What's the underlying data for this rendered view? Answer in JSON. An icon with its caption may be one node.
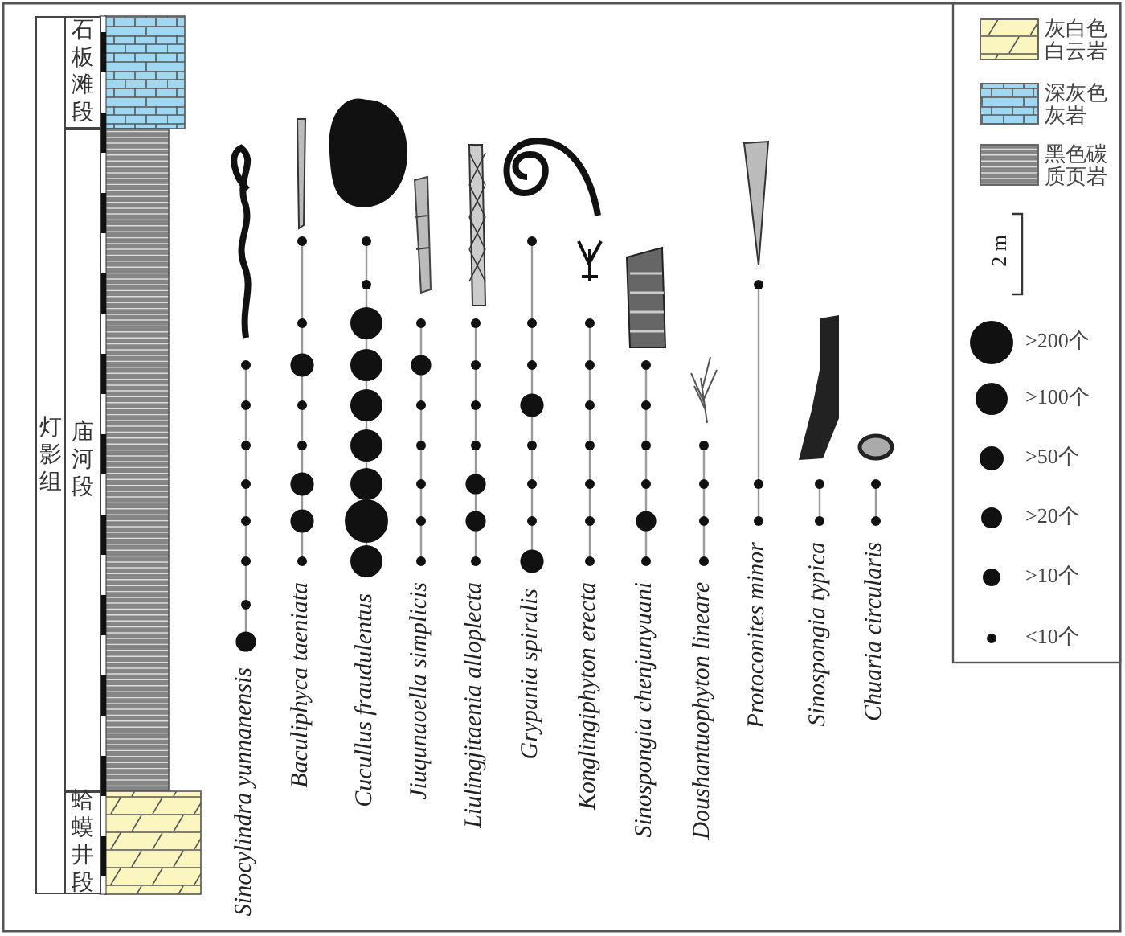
{
  "diagram": {
    "nodes": [
      {
        "text": [
          "灯影组"
        ]
      },
      {
        "text": [
          "石板滩段"
        ]
      },
      {
        "text": [
          "庙河段"
        ]
      },
      {
        "text": [
          "蛤蟆井段"
        ]
      }
    ],
    "labels": [
      "Sinocylindra yunnanensis",
      "Baculiphyca taeniata",
      "Cucullus fraudulentus",
      "Jiuqunaoella simplicis",
      "Liulingjitaenia alloplecta",
      "Grypania spiralis",
      "Konglingiphyton erecta",
      "Sinospongia chenjunyuani",
      "Doushantuophyton lineare",
      "Protoconites minor",
      "Sinospongia typica",
      "Chuaria circularis",
      "2 m"
    ],
    "legend": [
      {
        "text": "灰白色白云岩",
        "color": "#fbf5c0"
      },
      {
        "text": "深灰色灰岩",
        "color": "#9fd8f0"
      },
      {
        "text": "黑色碳质页岩",
        "color": "#858585"
      },
      {
        "text": ">200个"
      },
      {
        "text": ">100个"
      },
      {
        "text": ">50个"
      },
      {
        "text": ">20个"
      },
      {
        "text": ">10个"
      },
      {
        "text": "<10个"
      }
    ]
  }
}
